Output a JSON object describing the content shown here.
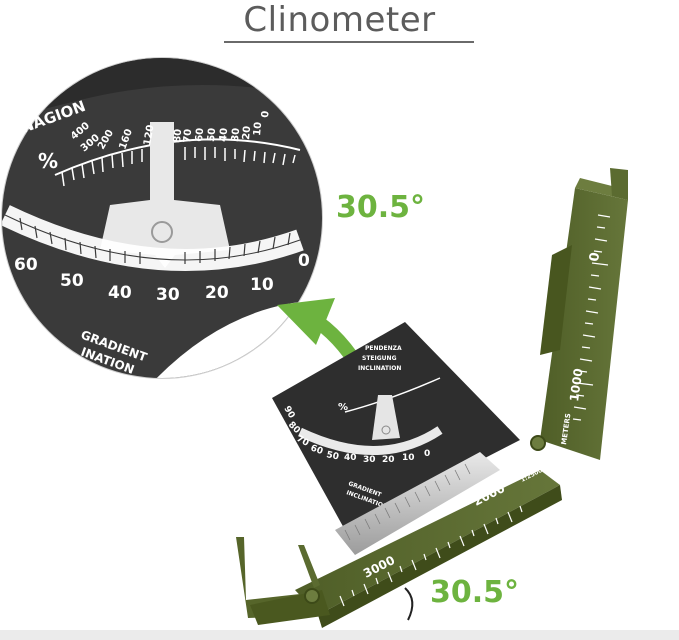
{
  "title": "Clinometer",
  "angle_label_top": "30.5°",
  "angle_label_bottom": "30.5°",
  "zoom_dial": {
    "header_partial": "INAGION",
    "percent_symbol": "%",
    "percent_scale": [
      "400",
      "300",
      "200",
      "160",
      "120",
      "80",
      "70",
      "60",
      "50",
      "40",
      "30",
      "20",
      "10",
      "0"
    ],
    "degree_scale": [
      "60",
      "50",
      "40",
      "30",
      "20",
      "10",
      "0"
    ],
    "footer_line1": "GRADIENT",
    "footer_line2": "INATION"
  },
  "device_dial": {
    "header_lines": [
      "PENDENZA",
      "STEIGUNG",
      "INCLINATION"
    ],
    "percent_symbol": "%",
    "degree_scale": [
      "90",
      "80",
      "70",
      "60",
      "50",
      "40",
      "30",
      "20",
      "10",
      "0"
    ],
    "footer_line1": "GRADIENT",
    "footer_line2": "INCLINATION"
  },
  "lid_ruler": {
    "zero": "0",
    "thousand": "1000",
    "unit": "METERS"
  },
  "base_ruler": {
    "scale_ratio": "1:25000",
    "two_thousand": "2000",
    "three_thousand": "3000"
  },
  "colors": {
    "accent_green": "#6db33f",
    "olive": "#5b6b30",
    "dial_dark": "#2e2e2e"
  }
}
